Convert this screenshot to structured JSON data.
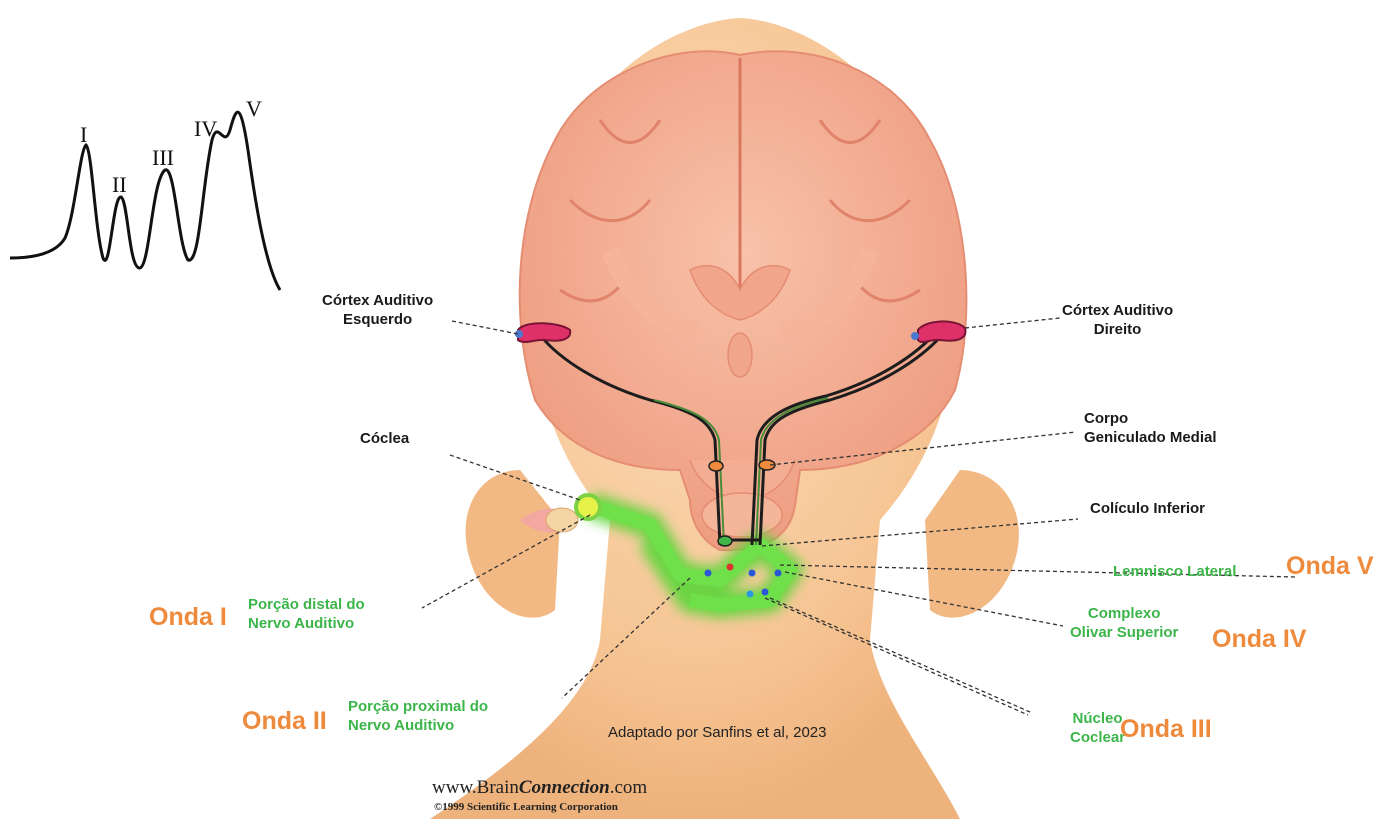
{
  "waveform": {
    "peaks": [
      "I",
      "II",
      "III",
      "IV",
      "V"
    ]
  },
  "labels": {
    "cortex_left": [
      "Córtex Auditivo",
      "Esquerdo"
    ],
    "cortex_right": [
      "Córtex Auditivo",
      "Direito"
    ],
    "cochlea": "Cóclea",
    "mgb": [
      "Corpo",
      "Geniculado Medial"
    ],
    "inferior_colliculus": "Colículo Inferior",
    "lateral_lemniscus": "Lemnisco Lateral",
    "superior_olive": [
      "Complexo",
      "Olivar Superior"
    ],
    "cochlear_nucleus": [
      "Núcleo",
      "Coclear"
    ],
    "distal_nerve": [
      "Porção distal do",
      "Nervo Auditivo"
    ],
    "proximal_nerve": [
      "Porção proximal do",
      "Nervo Auditivo"
    ]
  },
  "waves": {
    "i": "Onda I",
    "ii": "Onda II",
    "iii": "Onda III",
    "iv": "Onda IV",
    "v": "Onda V"
  },
  "credits": {
    "adapted": "Adaptado por Sanfins et al, 2023",
    "site_prefix": "www.Brain",
    "site_emphasis": "Connection",
    "site_suffix": ".com",
    "copyright": "©1999 Scientific Learning Corporation"
  },
  "colors": {
    "skin": "#f6c89a",
    "brain": "#f0a589",
    "pathway": "#5dd63a",
    "green_text": "#3cb54a",
    "orange_text": "#ee8a3c",
    "cortex_marker": "#e0306a"
  }
}
